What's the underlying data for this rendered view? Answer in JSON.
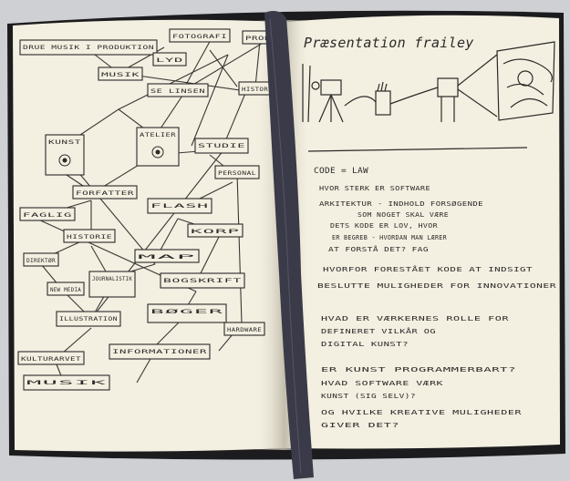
{
  "photo": {
    "subject": "open sketchbook spread",
    "colors": {
      "background": "#cfd0d4",
      "cover": "#1c1c1e",
      "paper": "#f3efe1",
      "ink": "#2b2a28",
      "ribbon": "#3a3a48"
    }
  },
  "left_page": {
    "mind_map_boxes": [
      "DRUE MUSIK I PRODUKTION",
      "FOTOGRAFI",
      "LYD",
      "PROD",
      "MUSIK",
      "SE LINSEN",
      "HISTORY",
      "KUNST",
      "ATELIER",
      "STUDIE",
      "PERSONAL",
      "FORFATTER",
      "FAGLIG",
      "FLASH",
      "HISTORIE",
      "KORP",
      "DIREKTØR",
      "MAP",
      "NEW MEDIA",
      "JOURNALISTIK",
      "BOGSKRIFT",
      "ILLUSTRATION",
      "BØGER",
      "HARDWARE",
      "KULTURARVET",
      "INFORMATIONER",
      "MUSIK"
    ]
  },
  "right_page": {
    "heading": "Præsentation frailey",
    "note_lines": [
      "CODE = LAW",
      "HVOR STERK ER SOFTWARE",
      "ARKITEKTUR - INDHOLD FORSØGENDE",
      "SOM NOGET SKAL VÆRE",
      "DETS KODE ER LOV, HVOR",
      "ER BEGREB - HVORDAN MAN LÆRER",
      "AT FORSTÅ DET? FAG",
      "HVORFOR FORESTÅET KODE AT INDSIGT",
      "BESLUTTE MULIGHEDER FOR INNOVATIONER",
      "HVAD ER VÆRKERNES ROLLE FOR",
      "DEFINERET VILKÅR OG",
      "DIGITAL KUNST?",
      "ER KUNST PROGRAMMERBART?",
      "HVAD SOFTWARE VÆRK",
      "KUNST (SIG SELV)?",
      "OG HVILKE KREATIVE MULIGHEDER",
      "GIVER DET?"
    ]
  }
}
